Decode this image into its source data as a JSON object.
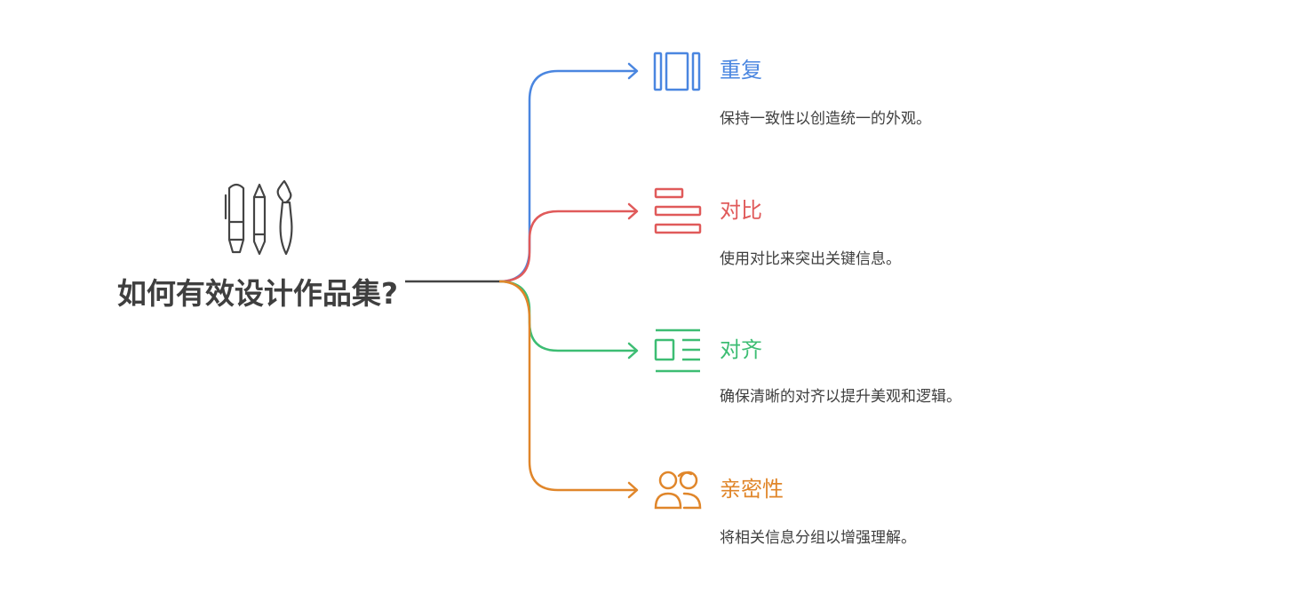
{
  "title": "如何有效设计作品集?",
  "central_icon": "art-tools-icon",
  "branches": [
    {
      "label": "重复",
      "description": "保持一致性以创造统一的外观。",
      "icon": "repeat-columns-icon",
      "color": "#4a86e0"
    },
    {
      "label": "对比",
      "description": "使用对比来突出关键信息。",
      "icon": "contrast-bars-icon",
      "color": "#e05a5a"
    },
    {
      "label": "对齐",
      "description": "确保清晰的对齐以提升美观和逻辑。",
      "icon": "align-layout-icon",
      "color": "#3dbd73"
    },
    {
      "label": "亲密性",
      "description": "将相关信息分组以增强理解。",
      "icon": "people-group-icon",
      "color": "#e0862a"
    }
  ]
}
